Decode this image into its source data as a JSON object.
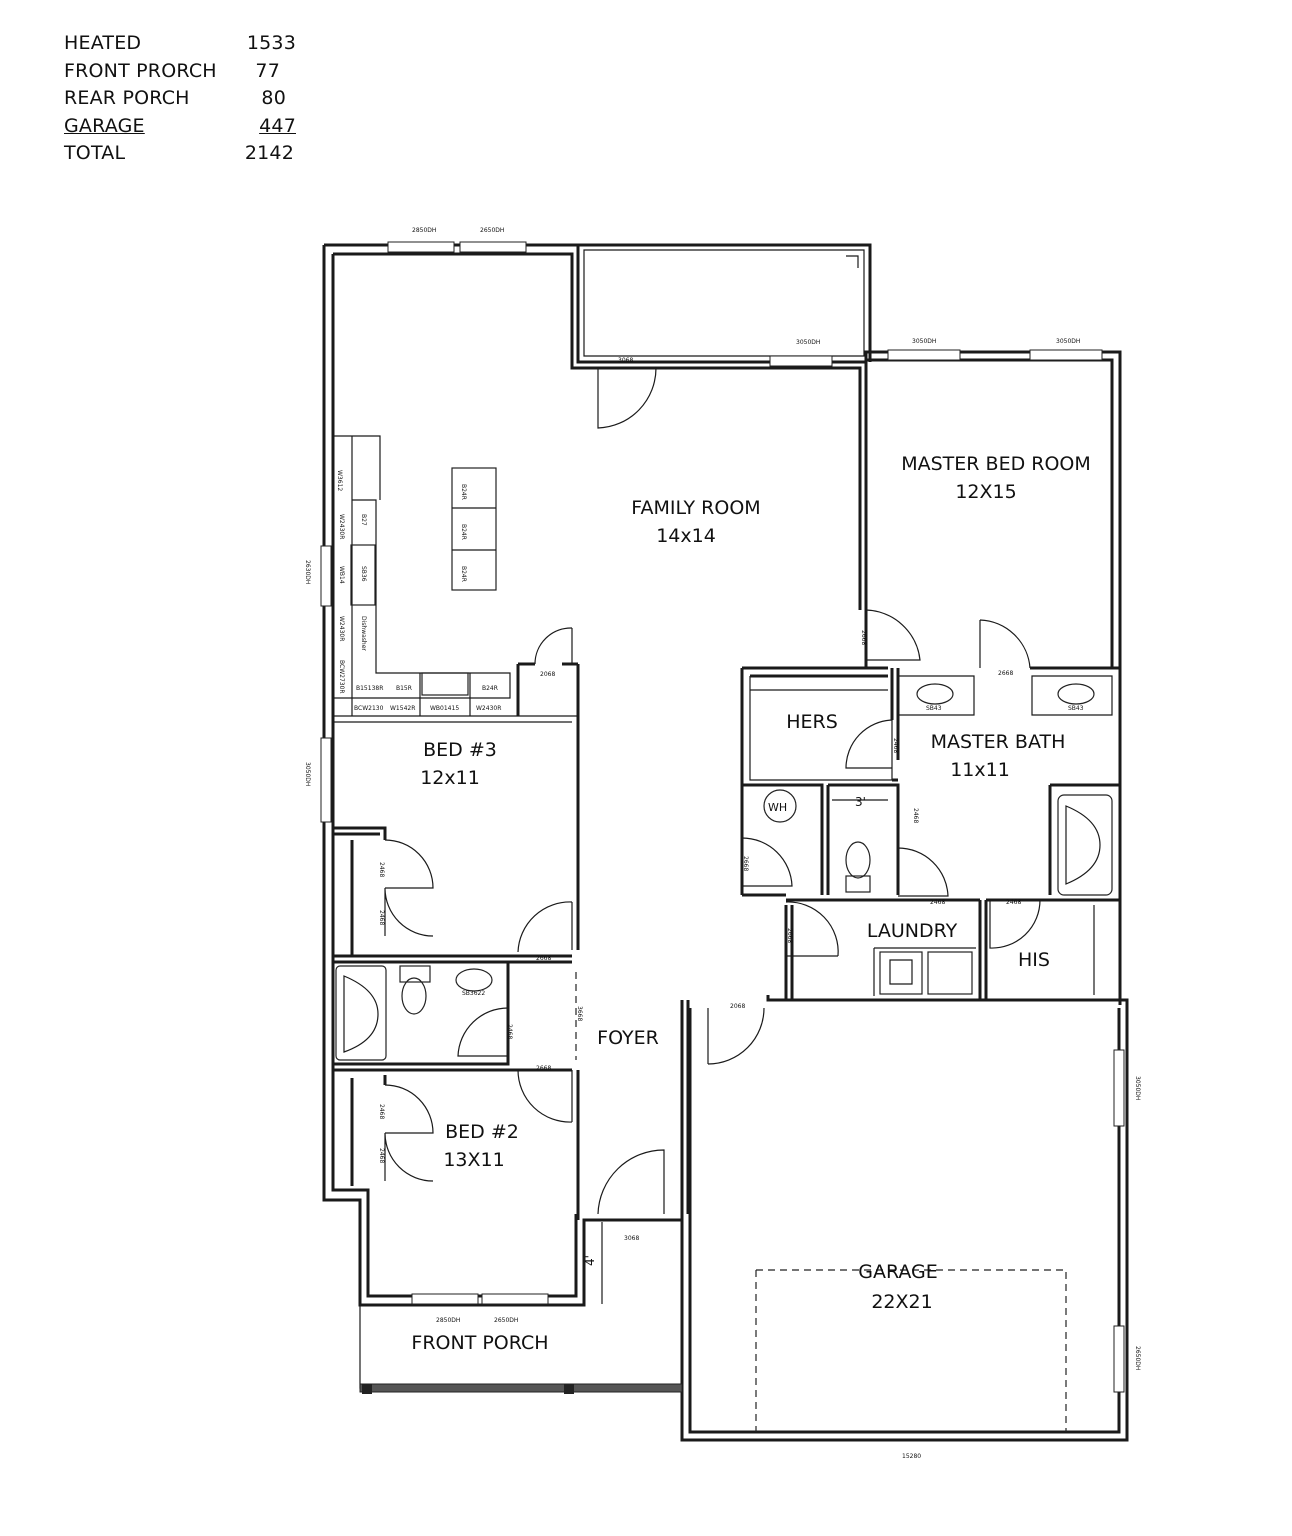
{
  "area_table": {
    "rows": [
      {
        "label": "HEATED",
        "value": "1533"
      },
      {
        "label": "FRONT PRORCH",
        "value": "77"
      },
      {
        "label": "REAR PORCH",
        "value": "80"
      },
      {
        "label": "GARAGE",
        "value": "447"
      },
      {
        "label": "TOTAL",
        "value": "2142"
      }
    ]
  },
  "rooms": {
    "family_room": {
      "name": "FAMILY ROOM",
      "size": "14x14"
    },
    "master_bed": {
      "name": "MASTER BED ROOM",
      "size": "12X15"
    },
    "master_bath": {
      "name": "MASTER BATH",
      "size": "11x11"
    },
    "hers": {
      "name": "HERS"
    },
    "his": {
      "name": "HIS"
    },
    "laundry": {
      "name": "LAUNDRY"
    },
    "bed3": {
      "name": "BED #3",
      "size": "12x11"
    },
    "bed2": {
      "name": "BED #2",
      "size": "13X11"
    },
    "foyer": {
      "name": "FOYER"
    },
    "garage": {
      "name": "GARAGE",
      "size": "22X21"
    },
    "front_porch": {
      "name": "FRONT PORCH"
    },
    "wh": {
      "name": "WH"
    }
  },
  "dimensions": {
    "three_ft": "3'",
    "four_ft": "4'"
  },
  "windows": {
    "w2850a": "2850DH",
    "w2650": "2650DH",
    "w3050a": "3050DH",
    "w3050b": "3050DH",
    "w3050c": "3050DH",
    "w2630": "2630DH",
    "w3050d": "3050DH",
    "w2850b": "2850DH",
    "w2650b": "2650DH",
    "w3050e": "3050DH",
    "w2650c": "2650DH",
    "garage_door": "15280"
  },
  "doors": {
    "d3068a": "3068",
    "d2068": "2068",
    "d2668a": "2668",
    "d2668b": "2668",
    "d2468a": "2468",
    "d2468b": "2468",
    "d2668c": "2668",
    "d2468c": "2468",
    "d2468d": "2468",
    "d2668d": "2668",
    "d2668e": "2668",
    "d2068b": "2068",
    "d2468e": "2468",
    "d2468f": "2468",
    "d2668f": "2668",
    "d2468g": "2468",
    "d3668": "3668",
    "d2668g": "2668",
    "d2468h": "2468",
    "d2468i": "2468",
    "d3068b": "3068"
  },
  "fixtures": {
    "sink_a": "SB43",
    "sink_b": "SB43",
    "sink_c": "SB3622",
    "stove": "SB36"
  },
  "cabinets": {
    "c1": "W3612",
    "c2": "W2430R",
    "c3": "B27",
    "c4": "WB14",
    "c5": "W2430R",
    "c6": "Dishwasher",
    "c7": "BCW2730R",
    "c8": "B15138R",
    "c9": "B15R",
    "c10": "B24R",
    "c11": "BCW2130",
    "c12": "W1542R",
    "c13": "WB01415",
    "c14": "W2430R",
    "c15": "B24R",
    "c16": "B24R",
    "c17": "B24R"
  }
}
